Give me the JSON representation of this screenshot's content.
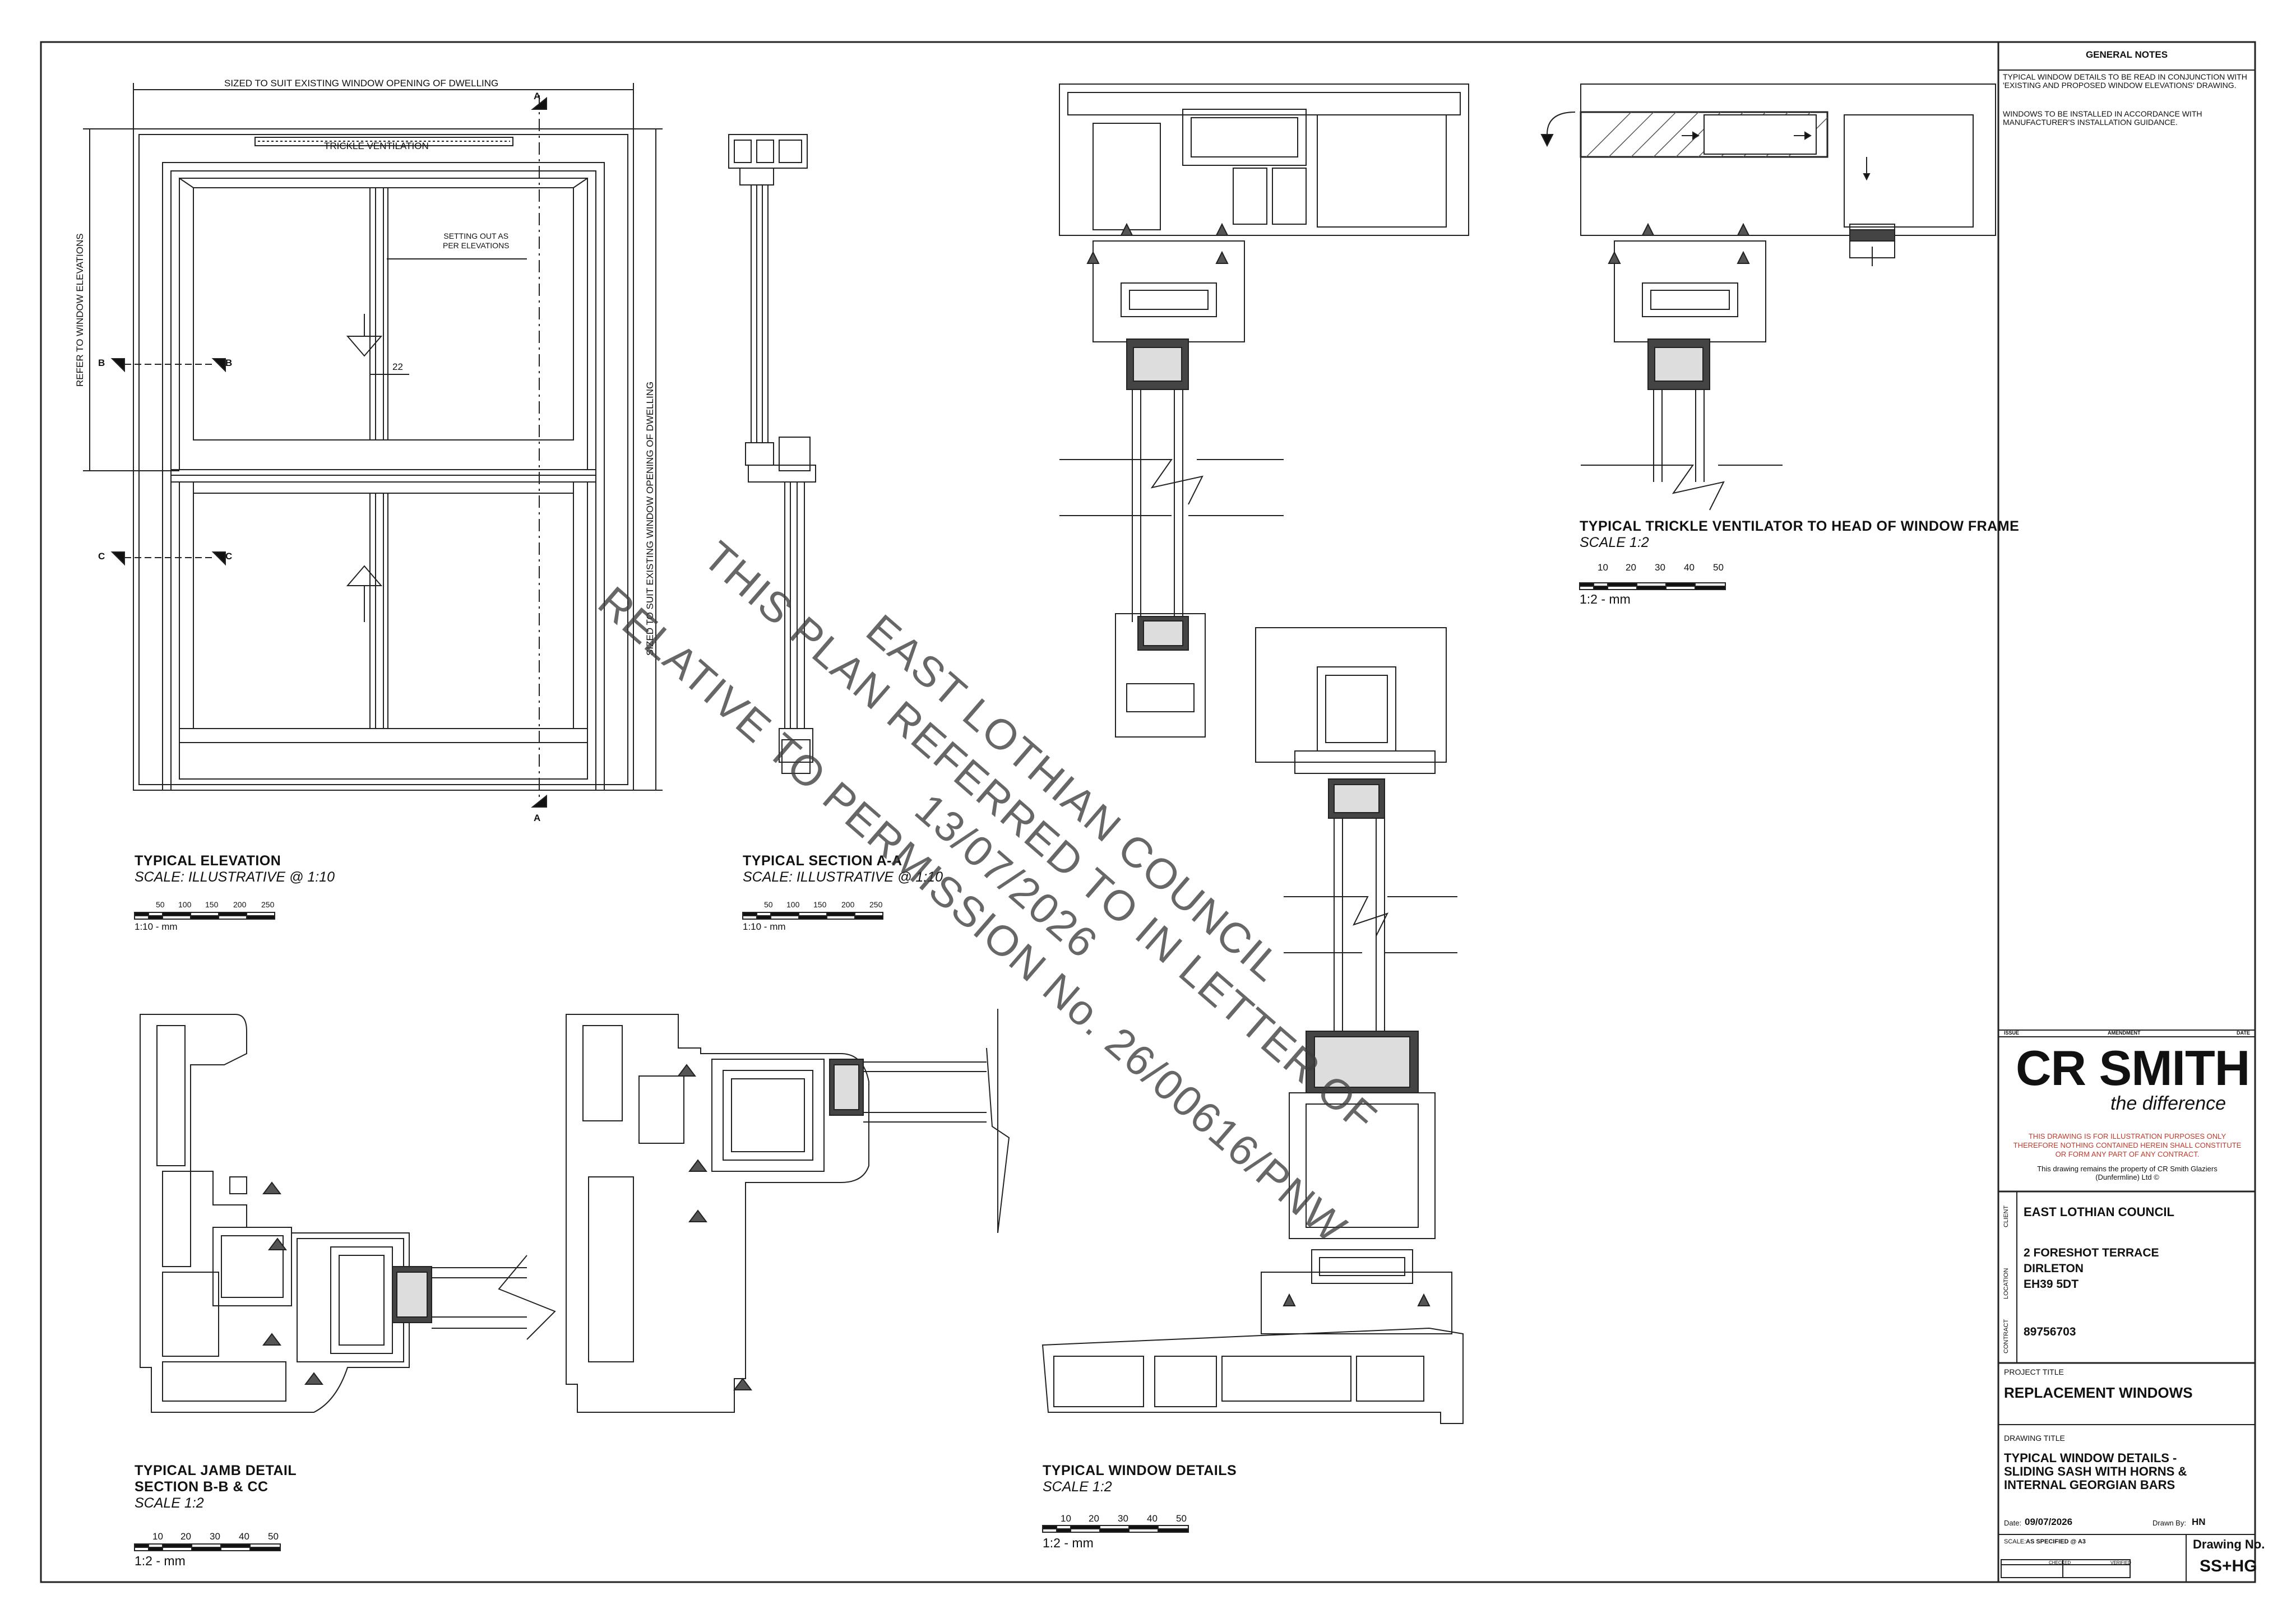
{
  "labels": {
    "elev_top_dim": "SIZED TO SUIT EXISTING WINDOW OPENING OF DWELLING",
    "elev_right_dim": "SIZED TO SUIT EXISTING WINDOW OPENING OF DWELLING",
    "elev_left_dim": "REFER TO WINDOW ELEVATIONS",
    "trickle": "TRICKLE VENTILATION",
    "setting_out": "SETTING OUT AS\nPER ELEVATIONS",
    "dim_22": "22",
    "sec_a": "A",
    "sec_b": "B",
    "sec_c": "C"
  },
  "drawings": {
    "elevation": {
      "title": "TYPICAL ELEVATION",
      "scale": "SCALE: ILLUSTRATIVE @ 1:10",
      "bar_ticks": [
        "50",
        "100",
        "150",
        "200",
        "250"
      ],
      "bar_unit": "1:10 - mm"
    },
    "section_aa": {
      "title": "TYPICAL SECTION A-A",
      "scale": "SCALE: ILLUSTRATIVE @ 1:10",
      "bar_ticks": [
        "50",
        "100",
        "150",
        "200",
        "250"
      ],
      "bar_unit": "1:10 - mm"
    },
    "jamb": {
      "title": "TYPICAL JAMB DETAIL",
      "title2": "SECTION B-B & CC",
      "scale": "SCALE 1:2",
      "bar_ticks": [
        "10",
        "20",
        "30",
        "40",
        "50"
      ],
      "bar_unit": "1:2 - mm"
    },
    "window_details": {
      "title": "TYPICAL WINDOW DETAILS",
      "scale": "SCALE 1:2",
      "bar_ticks": [
        "10",
        "20",
        "30",
        "40",
        "50"
      ],
      "bar_unit": "1:2 - mm"
    },
    "trickle_vent": {
      "title": "TYPICAL TRICKLE VENTILATOR TO HEAD OF WINDOW FRAME",
      "scale": "SCALE 1:2",
      "bar_ticks": [
        "10",
        "20",
        "30",
        "40",
        "50"
      ],
      "bar_unit": "1:2 - mm"
    }
  },
  "watermark": {
    "line1": "EAST LOTHIAN COUNCIL",
    "line2": "THIS PLAN REFERRED TO IN LETTER OF",
    "line3": "13/07/2026",
    "line4": "RELATIVE TO PERMISSION No. 26/00616/PNW"
  },
  "title_block": {
    "general_notes_heading": "GENERAL NOTES",
    "note1": "TYPICAL WINDOW DETAILS TO BE READ IN CONJUNCTION WITH 'EXISTING AND PROPOSED WINDOW ELEVATIONS' DRAWING.",
    "note2": "WINDOWS TO BE INSTALLED IN ACCORDANCE WITH MANUFACTURER'S INSTALLATION GUIDANCE.",
    "rev_issue": "ISSUE",
    "rev_amendment": "AMENDMENT",
    "rev_date": "DATE",
    "logo": "CR SMITH",
    "tagline_pre": "the ",
    "tagline": "difference",
    "disclaimer": "THIS DRAWING IS FOR ILLUSTRATION PURPOSES ONLY\nTHEREFORE NOTHING CONTAINED HEREIN SHALL CONSTITUTE\nOR FORM ANY PART OF ANY CONTRACT.",
    "property": "This drawing remains the property of CR Smith Glaziers\n(Dunfermline) Ltd ©",
    "client_label": "CLIENT",
    "client": "EAST LOTHIAN COUNCIL",
    "location_label": "LOCATION",
    "location1": "2 FORESHOT TERRACE",
    "location2": "DIRLETON",
    "location3": "EH39 5DT",
    "contract_label": "CONTRACT",
    "contract": "89756703",
    "project_label": "PROJECT TITLE",
    "project": "REPLACEMENT WINDOWS",
    "drawing_title_label": "DRAWING TITLE",
    "drawing_title1": "TYPICAL WINDOW DETAILS -",
    "drawing_title2": "SLIDING SASH WITH HORNS &",
    "drawing_title3": "INTERNAL GEORGIAN BARS",
    "date_label": "Date:",
    "date": "09/07/2026",
    "drawn_label": "Drawn By:",
    "drawn": "HN",
    "scale_label": "SCALE:",
    "scale": "AS SPECIFIED @ A3",
    "checked": "CHECKED",
    "verified": "VERIFIED",
    "drawing_no_label": "Drawing No.",
    "drawing_no": "SS+HG"
  }
}
